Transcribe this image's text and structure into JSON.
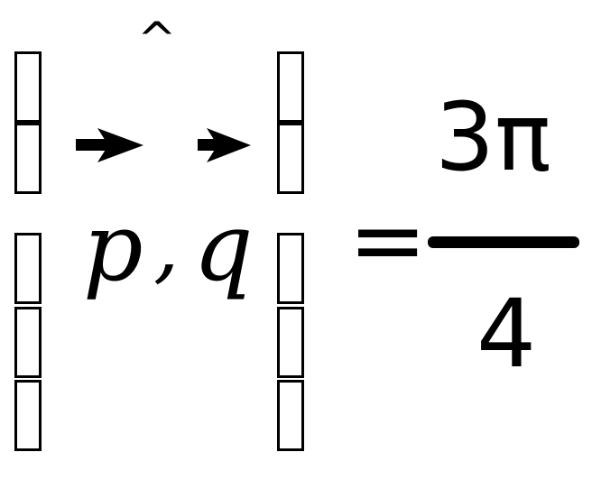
{
  "formula": {
    "accent": "^",
    "var_left": "p",
    "separator": ",",
    "var_right": "q",
    "relation": "=",
    "numerator": "3π",
    "denominator": "4"
  },
  "colors": {
    "ink": "#000000",
    "background": "#ffffff"
  },
  "icons": [
    "placeholder-box",
    "right-arrow-icon"
  ]
}
